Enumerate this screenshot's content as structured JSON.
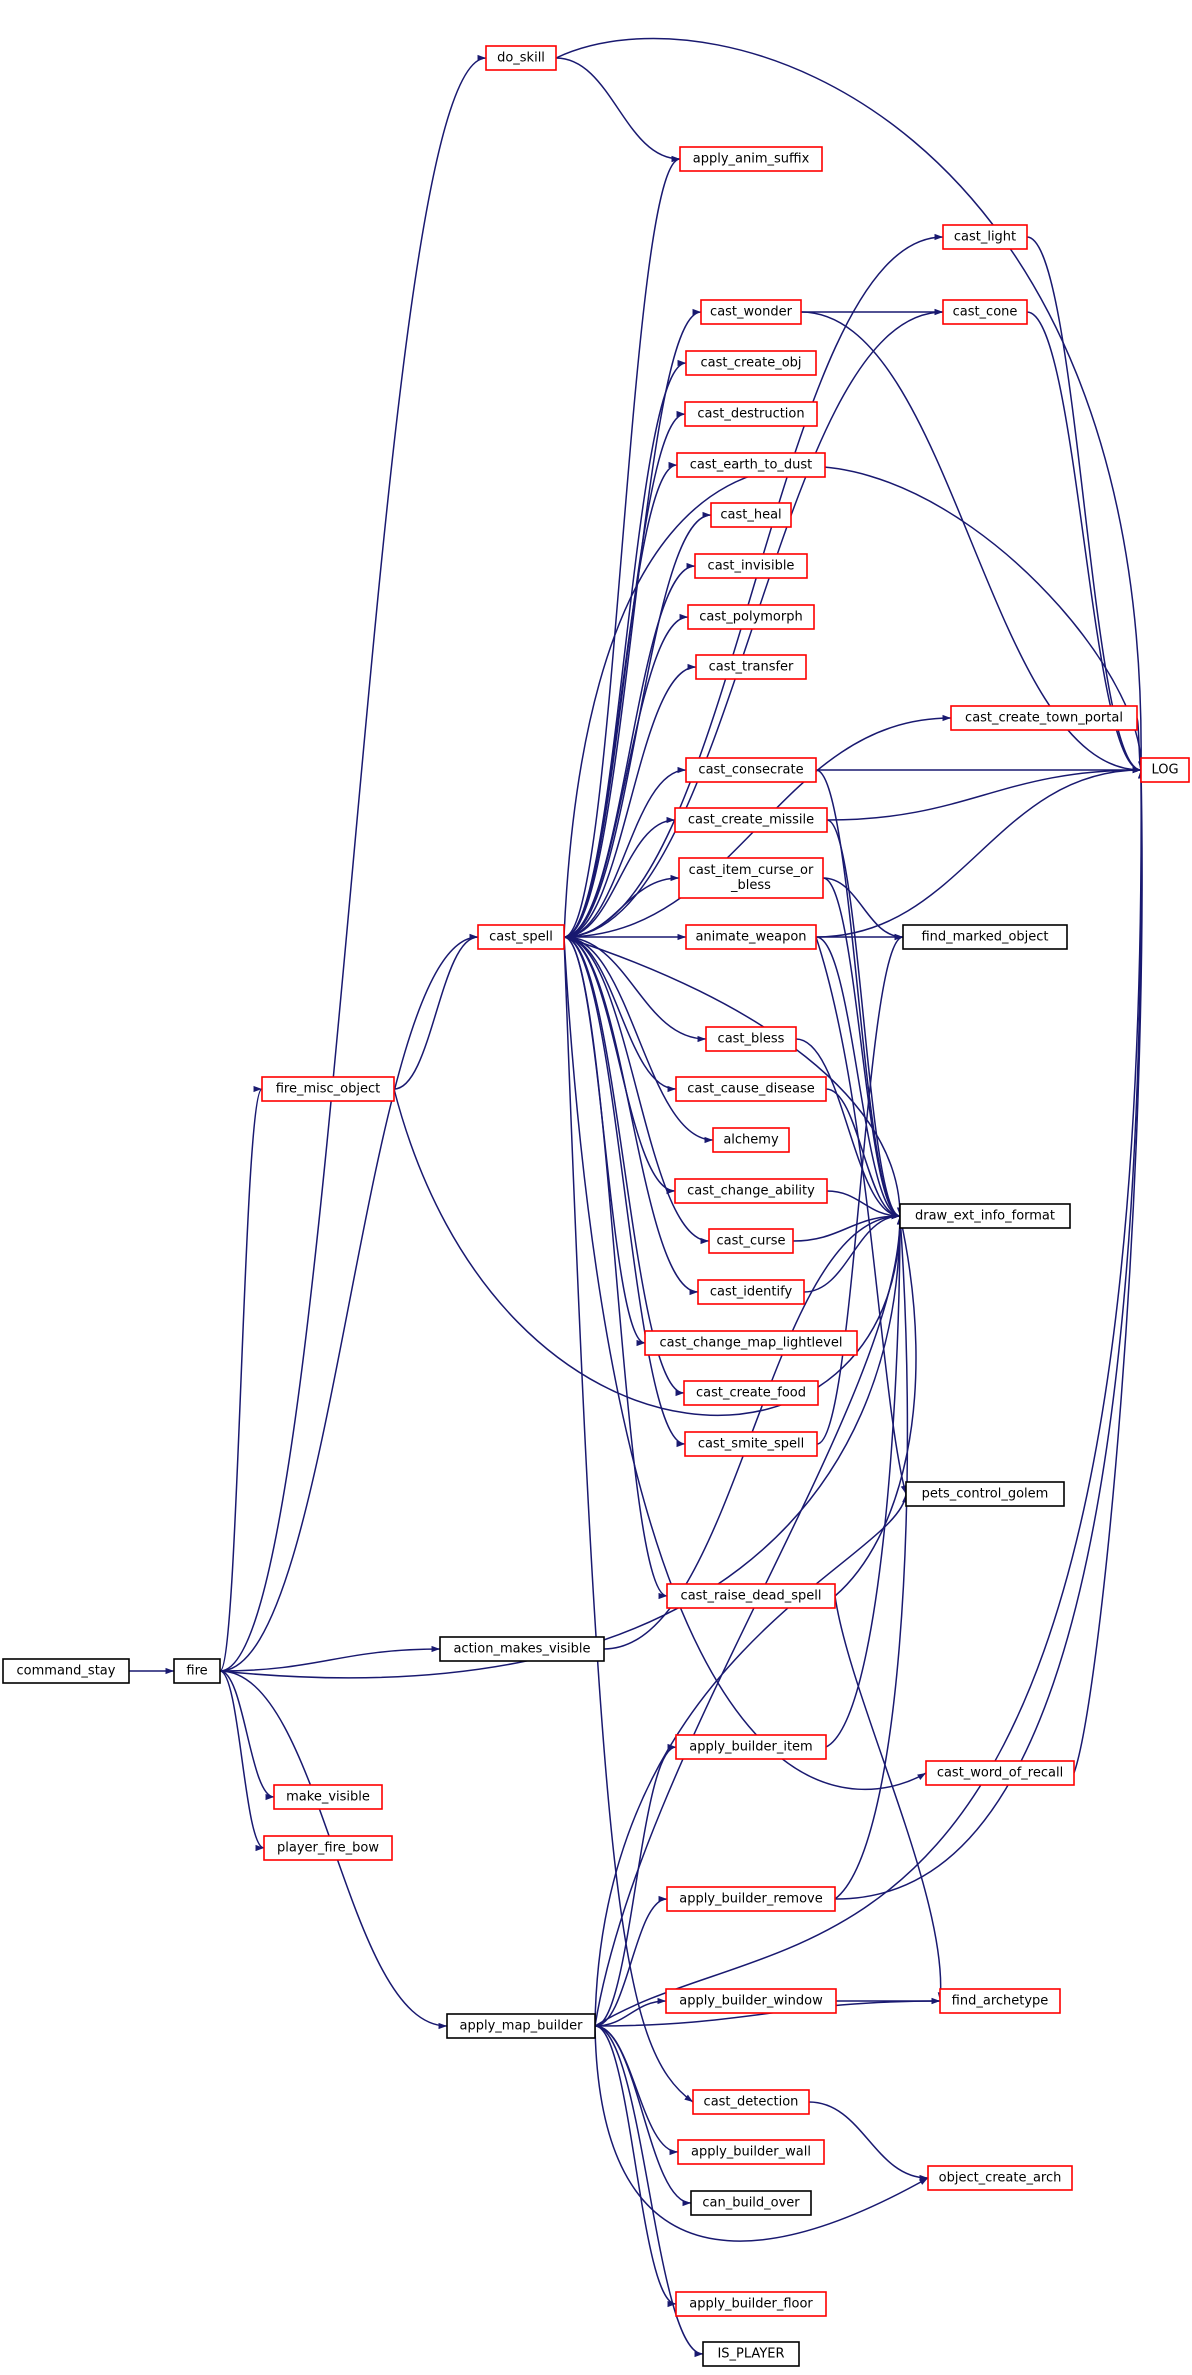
{
  "graph": {
    "colors": {
      "edge": "#191970",
      "root_fill": "#bfbfbf",
      "root_stroke": "#000000",
      "linked_stroke": "#ff0000",
      "plain_stroke": "#000000"
    },
    "nodes": [
      {
        "id": "command_stay",
        "label": "command_stay",
        "kind": "root"
      },
      {
        "id": "fire",
        "label": "fire",
        "kind": "plain"
      },
      {
        "id": "do_skill",
        "label": "do_skill",
        "kind": "linked"
      },
      {
        "id": "fire_misc_object",
        "label": "fire_misc_object",
        "kind": "linked"
      },
      {
        "id": "cast_spell",
        "label": "cast_spell",
        "kind": "linked"
      },
      {
        "id": "action_makes_visible",
        "label": "action_makes_visible",
        "kind": "plain"
      },
      {
        "id": "make_visible",
        "label": "make_visible",
        "kind": "linked"
      },
      {
        "id": "player_fire_bow",
        "label": "player_fire_bow",
        "kind": "linked"
      },
      {
        "id": "apply_map_builder",
        "label": "apply_map_builder",
        "kind": "plain"
      },
      {
        "id": "apply_anim_suffix",
        "label": "apply_anim_suffix",
        "kind": "linked"
      },
      {
        "id": "cast_light",
        "label": "cast_light",
        "kind": "linked"
      },
      {
        "id": "cast_wonder",
        "label": "cast_wonder",
        "kind": "linked"
      },
      {
        "id": "cast_cone",
        "label": "cast_cone",
        "kind": "linked"
      },
      {
        "id": "cast_create_obj",
        "label": "cast_create_obj",
        "kind": "linked"
      },
      {
        "id": "cast_destruction",
        "label": "cast_destruction",
        "kind": "linked"
      },
      {
        "id": "cast_earth_to_dust",
        "label": "cast_earth_to_dust",
        "kind": "linked"
      },
      {
        "id": "cast_heal",
        "label": "cast_heal",
        "kind": "linked"
      },
      {
        "id": "cast_invisible",
        "label": "cast_invisible",
        "kind": "linked"
      },
      {
        "id": "cast_polymorph",
        "label": "cast_polymorph",
        "kind": "linked"
      },
      {
        "id": "cast_transfer",
        "label": "cast_transfer",
        "kind": "linked"
      },
      {
        "id": "cast_create_town_portal",
        "label": "cast_create_town_portal",
        "kind": "linked"
      },
      {
        "id": "LOG",
        "label": "LOG",
        "kind": "linked"
      },
      {
        "id": "cast_consecrate",
        "label": "cast_consecrate",
        "kind": "linked"
      },
      {
        "id": "cast_create_missile",
        "label": "cast_create_missile",
        "kind": "linked"
      },
      {
        "id": "cast_item_curse_or_bless",
        "label": "cast_item_curse_or\n_bless",
        "kind": "linked"
      },
      {
        "id": "animate_weapon",
        "label": "animate_weapon",
        "kind": "linked"
      },
      {
        "id": "find_marked_object",
        "label": "find_marked_object",
        "kind": "plain"
      },
      {
        "id": "cast_bless",
        "label": "cast_bless",
        "kind": "linked"
      },
      {
        "id": "cast_cause_disease",
        "label": "cast_cause_disease",
        "kind": "linked"
      },
      {
        "id": "alchemy",
        "label": "alchemy",
        "kind": "linked"
      },
      {
        "id": "cast_change_ability",
        "label": "cast_change_ability",
        "kind": "linked"
      },
      {
        "id": "draw_ext_info_format",
        "label": "draw_ext_info_format",
        "kind": "plain"
      },
      {
        "id": "cast_curse",
        "label": "cast_curse",
        "kind": "linked"
      },
      {
        "id": "cast_identify",
        "label": "cast_identify",
        "kind": "linked"
      },
      {
        "id": "cast_change_map_lightlevel",
        "label": "cast_change_map_lightlevel",
        "kind": "linked"
      },
      {
        "id": "cast_create_food",
        "label": "cast_create_food",
        "kind": "linked"
      },
      {
        "id": "cast_smite_spell",
        "label": "cast_smite_spell",
        "kind": "linked"
      },
      {
        "id": "pets_control_golem",
        "label": "pets_control_golem",
        "kind": "plain"
      },
      {
        "id": "cast_raise_dead_spell",
        "label": "cast_raise_dead_spell",
        "kind": "linked"
      },
      {
        "id": "apply_builder_item",
        "label": "apply_builder_item",
        "kind": "linked"
      },
      {
        "id": "cast_word_of_recall",
        "label": "cast_word_of_recall",
        "kind": "linked"
      },
      {
        "id": "apply_builder_remove",
        "label": "apply_builder_remove",
        "kind": "linked"
      },
      {
        "id": "apply_builder_window",
        "label": "apply_builder_window",
        "kind": "linked"
      },
      {
        "id": "find_archetype",
        "label": "find_archetype",
        "kind": "linked"
      },
      {
        "id": "cast_detection",
        "label": "cast_detection",
        "kind": "linked"
      },
      {
        "id": "apply_builder_wall",
        "label": "apply_builder_wall",
        "kind": "linked"
      },
      {
        "id": "object_create_arch",
        "label": "object_create_arch",
        "kind": "linked"
      },
      {
        "id": "can_build_over",
        "label": "can_build_over",
        "kind": "plain"
      },
      {
        "id": "apply_builder_floor",
        "label": "apply_builder_floor",
        "kind": "linked"
      },
      {
        "id": "IS_PLAYER",
        "label": "IS_PLAYER",
        "kind": "plain"
      }
    ],
    "edges": [
      [
        "command_stay",
        "fire"
      ],
      [
        "fire",
        "do_skill"
      ],
      [
        "fire",
        "fire_misc_object"
      ],
      [
        "fire",
        "cast_spell"
      ],
      [
        "fire",
        "action_makes_visible"
      ],
      [
        "fire",
        "draw_ext_info_format"
      ],
      [
        "fire",
        "make_visible"
      ],
      [
        "fire",
        "player_fire_bow"
      ],
      [
        "fire",
        "apply_map_builder"
      ],
      [
        "do_skill",
        "apply_anim_suffix"
      ],
      [
        "do_skill",
        "LOG"
      ],
      [
        "fire_misc_object",
        "cast_spell"
      ],
      [
        "fire_misc_object",
        "draw_ext_info_format"
      ],
      [
        "cast_spell",
        "apply_anim_suffix"
      ],
      [
        "cast_spell",
        "cast_light"
      ],
      [
        "cast_spell",
        "cast_wonder"
      ],
      [
        "cast_spell",
        "cast_cone"
      ],
      [
        "cast_spell",
        "cast_create_obj"
      ],
      [
        "cast_spell",
        "cast_destruction"
      ],
      [
        "cast_spell",
        "cast_earth_to_dust"
      ],
      [
        "cast_spell",
        "cast_heal"
      ],
      [
        "cast_spell",
        "cast_invisible"
      ],
      [
        "cast_spell",
        "cast_polymorph"
      ],
      [
        "cast_spell",
        "cast_transfer"
      ],
      [
        "cast_spell",
        "cast_create_town_portal"
      ],
      [
        "cast_spell",
        "cast_consecrate"
      ],
      [
        "cast_spell",
        "cast_create_missile"
      ],
      [
        "cast_spell",
        "cast_item_curse_or_bless"
      ],
      [
        "cast_spell",
        "animate_weapon"
      ],
      [
        "cast_spell",
        "cast_bless"
      ],
      [
        "cast_spell",
        "cast_cause_disease"
      ],
      [
        "cast_spell",
        "alchemy"
      ],
      [
        "cast_spell",
        "cast_change_ability"
      ],
      [
        "cast_spell",
        "cast_curse"
      ],
      [
        "cast_spell",
        "cast_identify"
      ],
      [
        "cast_spell",
        "cast_change_map_lightlevel"
      ],
      [
        "cast_spell",
        "cast_create_food"
      ],
      [
        "cast_spell",
        "cast_smite_spell"
      ],
      [
        "cast_spell",
        "cast_raise_dead_spell"
      ],
      [
        "cast_spell",
        "cast_word_of_recall"
      ],
      [
        "cast_spell",
        "cast_detection"
      ],
      [
        "cast_spell",
        "LOG"
      ],
      [
        "cast_spell",
        "draw_ext_info_format"
      ],
      [
        "cast_wonder",
        "cast_cone"
      ],
      [
        "cast_wonder",
        "LOG"
      ],
      [
        "cast_light",
        "LOG"
      ],
      [
        "cast_cone",
        "LOG"
      ],
      [
        "cast_create_town_portal",
        "LOG"
      ],
      [
        "cast_consecrate",
        "LOG"
      ],
      [
        "cast_consecrate",
        "draw_ext_info_format"
      ],
      [
        "cast_create_missile",
        "LOG"
      ],
      [
        "cast_create_missile",
        "draw_ext_info_format"
      ],
      [
        "cast_item_curse_or_bless",
        "find_marked_object"
      ],
      [
        "cast_item_curse_or_bless",
        "draw_ext_info_format"
      ],
      [
        "animate_weapon",
        "LOG"
      ],
      [
        "animate_weapon",
        "find_marked_object"
      ],
      [
        "animate_weapon",
        "draw_ext_info_format"
      ],
      [
        "animate_weapon",
        "pets_control_golem"
      ],
      [
        "cast_bless",
        "draw_ext_info_format"
      ],
      [
        "cast_cause_disease",
        "draw_ext_info_format"
      ],
      [
        "cast_change_ability",
        "draw_ext_info_format"
      ],
      [
        "cast_curse",
        "draw_ext_info_format"
      ],
      [
        "cast_identify",
        "draw_ext_info_format"
      ],
      [
        "cast_smite_spell",
        "find_marked_object"
      ],
      [
        "cast_raise_dead_spell",
        "draw_ext_info_format"
      ],
      [
        "cast_raise_dead_spell",
        "find_archetype"
      ],
      [
        "cast_word_of_recall",
        "LOG"
      ],
      [
        "cast_detection",
        "object_create_arch"
      ],
      [
        "action_makes_visible",
        "draw_ext_info_format"
      ],
      [
        "apply_map_builder",
        "apply_builder_item"
      ],
      [
        "apply_map_builder",
        "apply_builder_remove"
      ],
      [
        "apply_map_builder",
        "apply_builder_window"
      ],
      [
        "apply_map_builder",
        "find_archetype"
      ],
      [
        "apply_map_builder",
        "apply_builder_wall"
      ],
      [
        "apply_map_builder",
        "can_build_over"
      ],
      [
        "apply_map_builder",
        "object_create_arch"
      ],
      [
        "apply_map_builder",
        "apply_builder_floor"
      ],
      [
        "apply_map_builder",
        "IS_PLAYER"
      ],
      [
        "apply_map_builder",
        "LOG"
      ],
      [
        "apply_map_builder",
        "draw_ext_info_format"
      ],
      [
        "apply_map_builder",
        "pets_control_golem"
      ],
      [
        "apply_builder_item",
        "draw_ext_info_format"
      ],
      [
        "apply_builder_remove",
        "draw_ext_info_format"
      ],
      [
        "apply_builder_remove",
        "LOG"
      ],
      [
        "apply_builder_window",
        "find_archetype"
      ]
    ]
  }
}
